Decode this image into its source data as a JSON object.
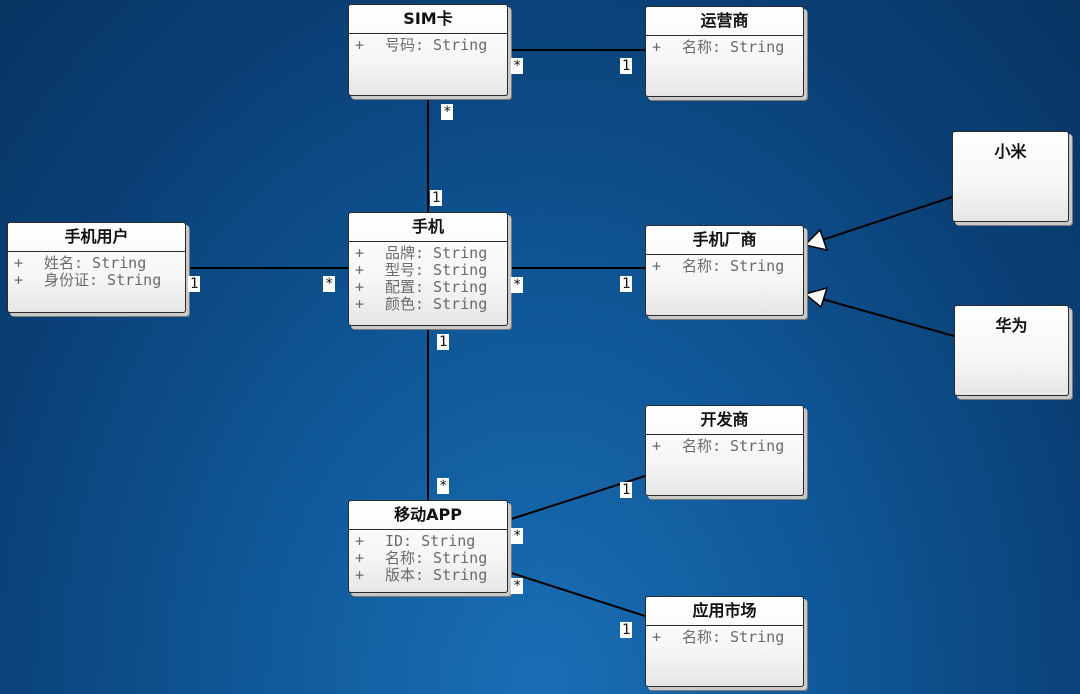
{
  "classes": {
    "sim": {
      "name": "SIM卡",
      "attrs": [
        "号码: String"
      ]
    },
    "operator": {
      "name": "运营商",
      "attrs": [
        "名称: String"
      ]
    },
    "xiaomi": {
      "name": "小米"
    },
    "user": {
      "name": "手机用户",
      "attrs": [
        "姓名: String",
        "身份证: String"
      ]
    },
    "phone": {
      "name": "手机",
      "attrs": [
        "品牌: String",
        "型号: String",
        "配置: String",
        "颜色: String"
      ]
    },
    "maker": {
      "name": "手机厂商",
      "attrs": [
        "名称: String"
      ]
    },
    "huawei": {
      "name": "华为"
    },
    "developer": {
      "name": "开发商",
      "attrs": [
        "名称: String"
      ]
    },
    "app": {
      "name": "移动APP",
      "attrs": [
        "ID: String",
        "名称: String",
        "版本: String"
      ]
    },
    "market": {
      "name": "应用市场",
      "attrs": [
        "名称: String"
      ]
    }
  },
  "attr_prefix": "+",
  "multiplicities": {
    "sim_op_sim": "*",
    "sim_op_op": "1",
    "sim_phone_sim": "*",
    "sim_phone_phone": "1",
    "user_phone_user": "1",
    "user_phone_phone": "*",
    "phone_maker_phone": "*",
    "phone_maker_maker": "1",
    "phone_app_phone": "1",
    "phone_app_app": "*",
    "app_dev_app": "*",
    "app_dev_dev": "1",
    "app_market_app": "*",
    "app_market_market": "1"
  }
}
